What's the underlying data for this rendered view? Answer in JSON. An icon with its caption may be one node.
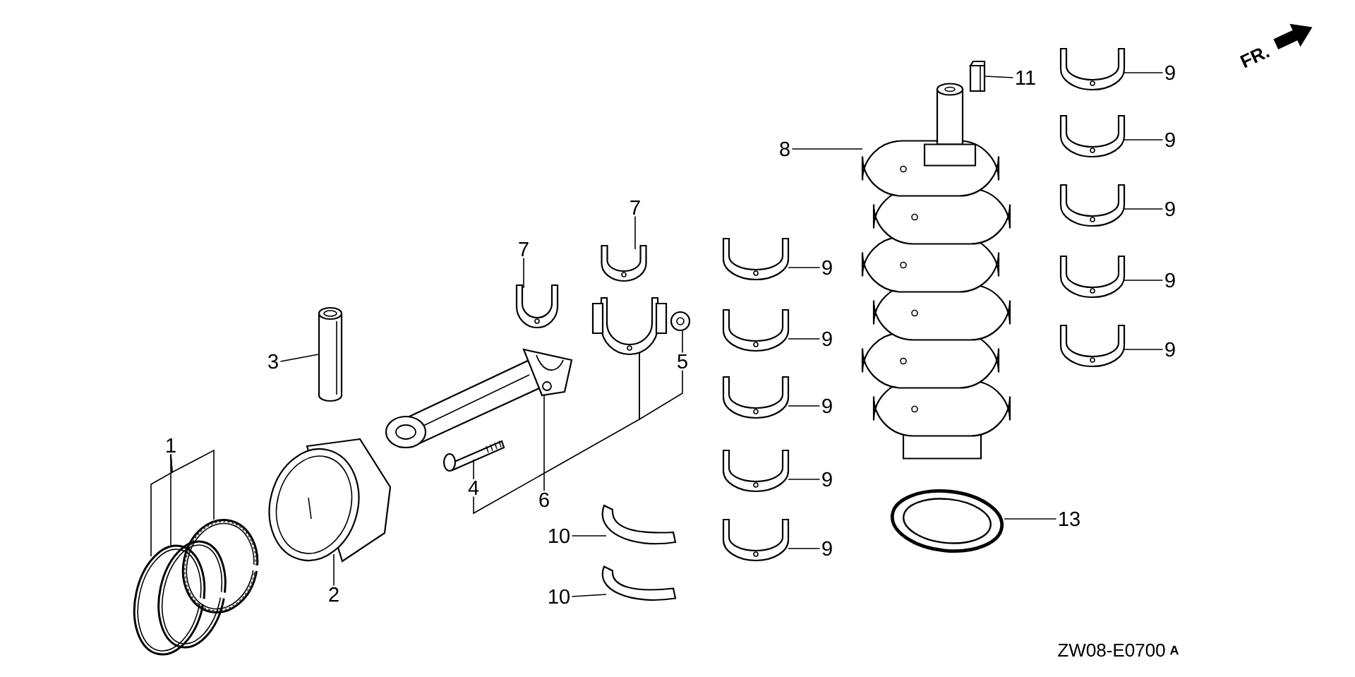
{
  "diagram": {
    "nodes": [
      {
        "text": [
          "1"
        ]
      },
      {
        "text": [],
        "shape": "picture"
      },
      {
        "text": [],
        "shape": "picture"
      },
      {
        "text": [],
        "shape": "picture"
      },
      {
        "text": [
          "2"
        ]
      },
      {
        "text": [],
        "shape": "picture"
      },
      {
        "text": [
          "3"
        ]
      },
      {
        "text": [],
        "shape": "picture"
      },
      {
        "text": [
          "4"
        ]
      },
      {
        "text": [],
        "shape": "picture"
      },
      {
        "text": [
          "5"
        ]
      },
      {
        "text": [],
        "shape": "picture"
      },
      {
        "text": [
          "6"
        ]
      },
      {
        "text": [],
        "shape": "picture"
      },
      {
        "text": [],
        "shape": "picture"
      },
      {
        "text": [
          "7"
        ]
      },
      {
        "text": [],
        "shape": "picture"
      },
      {
        "text": [
          "7"
        ]
      },
      {
        "text": [],
        "shape": "picture"
      },
      {
        "text": [
          "8"
        ]
      },
      {
        "text": [],
        "shape": "picture"
      },
      {
        "text": [
          "9"
        ]
      },
      {
        "text": [
          "9"
        ]
      },
      {
        "text": [
          "9"
        ]
      },
      {
        "text": [
          "9"
        ]
      },
      {
        "text": [
          "9"
        ]
      },
      {
        "text": [],
        "shape": "picture"
      },
      {
        "text": [],
        "shape": "picture"
      },
      {
        "text": [],
        "shape": "picture"
      },
      {
        "text": [],
        "shape": "picture"
      },
      {
        "text": [],
        "shape": "picture"
      },
      {
        "text": [
          "9"
        ]
      },
      {
        "text": [
          "9"
        ]
      },
      {
        "text": [
          "9"
        ]
      },
      {
        "text": [
          "9"
        ]
      },
      {
        "text": [
          "9"
        ]
      },
      {
        "text": [],
        "shape": "picture"
      },
      {
        "text": [],
        "shape": "picture"
      },
      {
        "text": [],
        "shape": "picture"
      },
      {
        "text": [],
        "shape": "picture"
      },
      {
        "text": [],
        "shape": "picture"
      },
      {
        "text": [
          "10"
        ]
      },
      {
        "text": [],
        "shape": "picture"
      },
      {
        "text": [
          "10"
        ]
      },
      {
        "text": [],
        "shape": "picture"
      },
      {
        "text": [
          "11"
        ]
      },
      {
        "text": [],
        "shape": "picture"
      },
      {
        "text": [
          "13"
        ]
      },
      {
        "text": [],
        "shape": "picture"
      }
    ],
    "edges": [
      {
        "from": 0,
        "to": 1,
        "arrow": "none"
      },
      {
        "from": 0,
        "to": 2,
        "arrow": "none"
      },
      {
        "from": 0,
        "to": 3,
        "arrow": "none"
      },
      {
        "from": 4,
        "to": 5,
        "arrow": "none"
      },
      {
        "from": 6,
        "to": 7,
        "arrow": "none"
      },
      {
        "from": 8,
        "to": 9,
        "arrow": "none"
      },
      {
        "from": 8,
        "to": 14,
        "arrow": "none"
      },
      {
        "from": 10,
        "to": 11,
        "arrow": "none"
      },
      {
        "from": 10,
        "to": 14,
        "arrow": "none"
      },
      {
        "from": 12,
        "to": 13,
        "arrow": "none"
      },
      {
        "from": 15,
        "to": 16,
        "arrow": "none"
      },
      {
        "from": 17,
        "to": 18,
        "arrow": "none"
      },
      {
        "from": 19,
        "to": 20,
        "arrow": "none"
      },
      {
        "from": 21,
        "to": 26,
        "arrow": "none"
      },
      {
        "from": 22,
        "to": 27,
        "arrow": "none"
      },
      {
        "from": 23,
        "to": 28,
        "arrow": "none"
      },
      {
        "from": 24,
        "to": 29,
        "arrow": "none"
      },
      {
        "from": 25,
        "to": 30,
        "arrow": "none"
      },
      {
        "from": 31,
        "to": 36,
        "arrow": "none"
      },
      {
        "from": 32,
        "to": 37,
        "arrow": "none"
      },
      {
        "from": 33,
        "to": 38,
        "arrow": "none"
      },
      {
        "from": 34,
        "to": 39,
        "arrow": "none"
      },
      {
        "from": 35,
        "to": 40,
        "arrow": "none"
      },
      {
        "from": 41,
        "to": 42,
        "arrow": "none"
      },
      {
        "from": 43,
        "to": 44,
        "arrow": "none"
      },
      {
        "from": 45,
        "to": 46,
        "arrow": "none"
      },
      {
        "from": 47,
        "to": 48,
        "arrow": "none"
      }
    ],
    "labels": [
      "FR.",
      "ZW08-E0700",
      "A"
    ]
  }
}
